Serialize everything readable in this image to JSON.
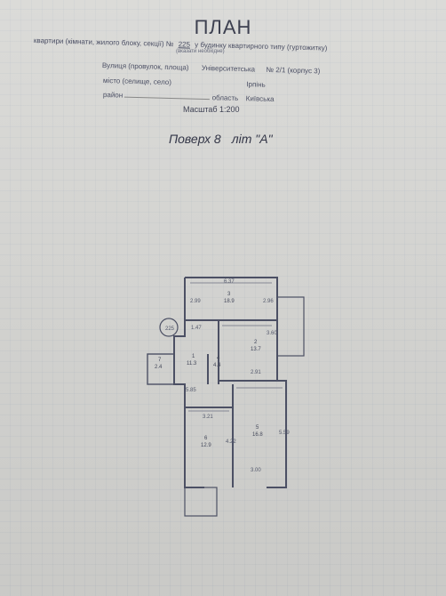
{
  "header": {
    "title": "ПЛАН",
    "line1_prefix": "квартири (кімнати, жилого блоку, секції) №",
    "apartment_number": "225",
    "line1_suffix": "у будинку квартирного типу (гуртожитку)",
    "note": "(вказати необхідне)",
    "scale": "Масштаб 1:200"
  },
  "address": {
    "street_label": "Вулиця (провулок, площа)",
    "street_value": "Університетська",
    "building": "№ 2/1 (корпус 3)",
    "city_label": "місто (селище, село)",
    "city_value": "Ірпінь",
    "district_label": "район",
    "region_label": "область",
    "region_value": "Київська"
  },
  "plan": {
    "floor": "Поверх 8",
    "letter": "літ \"А\"",
    "marker": "225",
    "dimensions": [
      "6.37",
      "2.99",
      "2.96",
      "1.47",
      "3.60",
      "2.91",
      "5.85",
      "3.21",
      "4.22",
      "5.59",
      "3.00"
    ],
    "rooms": [
      {
        "num": "3",
        "area": "18.9"
      },
      {
        "num": "2",
        "area": "13.7"
      },
      {
        "num": "1",
        "area": "11.3"
      },
      {
        "num": "4",
        "area": "4.4"
      },
      {
        "num": "7",
        "area": "2.4"
      },
      {
        "num": "5",
        "area": "16.8"
      },
      {
        "num": "6",
        "area": "12.9"
      }
    ]
  }
}
